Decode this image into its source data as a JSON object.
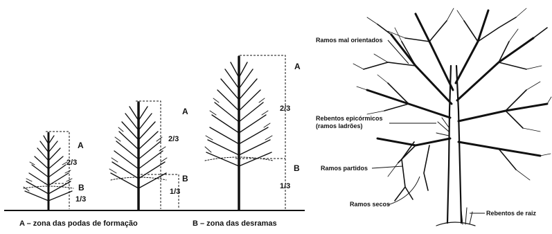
{
  "zones": {
    "letter_a": "A",
    "letter_b": "B",
    "frac_upper": "2/3",
    "frac_lower": "1/3"
  },
  "captions": {
    "zone_a": "A – zona das podas de formação",
    "zone_b": "B – zona das desramas"
  },
  "annotations": {
    "badly_oriented": "Ramos mal orientados",
    "epicormic_line1": "Rebentos epicórmicos",
    "epicormic_line2": "(ramos ladrões)",
    "broken": "Ramos partidos",
    "dry": "Ramos secos",
    "root_suckers": "Rebentos de raiz"
  },
  "colors": {
    "ink": "#111111",
    "paper": "#ffffff"
  },
  "icons": [
    "tree-icon",
    "dashed-bracket-icon",
    "leader-arrow-icon"
  ]
}
